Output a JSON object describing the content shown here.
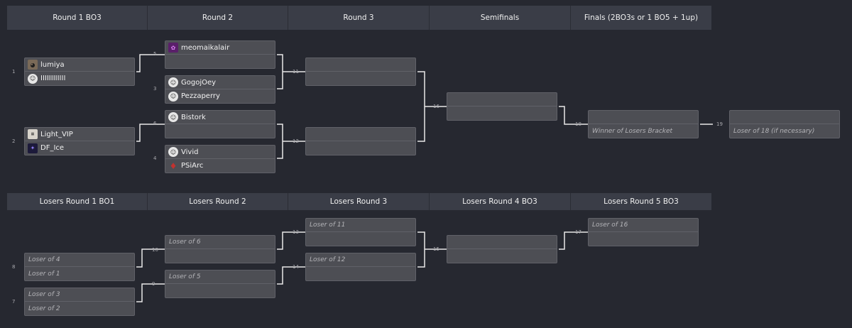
{
  "headers_top": [
    "Round 1 BO3",
    "Round 2",
    "Round 3",
    "Semifinals",
    "Finals (2BO3s or 1 BO5 + 1up)"
  ],
  "headers_bottom": [
    "Losers Round 1 BO1",
    "Losers Round 2",
    "Losers Round 3",
    "Losers Round 4 BO3",
    "Losers Round 5 BO3"
  ],
  "matches": {
    "m1": {
      "num": "1",
      "top": "lumiya",
      "bot": "IIIIIIIIIIII"
    },
    "m2": {
      "num": "2",
      "top": "Light_VIP",
      "bot": "DF_Ice"
    },
    "m5": {
      "num": "5",
      "top": "meomaikalair",
      "bot": ""
    },
    "m3": {
      "num": "3",
      "top": "GogojOey",
      "bot": "Pezzaperry"
    },
    "m6": {
      "num": "6",
      "top": "Bistork",
      "bot": ""
    },
    "m4": {
      "num": "4",
      "top": "Vivid",
      "bot": "PSiArc"
    },
    "m11": {
      "num": "11",
      "top": "",
      "bot": ""
    },
    "m12": {
      "num": "12",
      "top": "",
      "bot": ""
    },
    "m16": {
      "num": "16",
      "top": "",
      "bot": ""
    },
    "m18": {
      "num": "18",
      "top": "",
      "bot": "Winner of Losers Bracket"
    },
    "m19": {
      "num": "19",
      "top": "",
      "bot": "Loser of 18 (if necessary)"
    },
    "m8": {
      "num": "8",
      "top": "Loser of 4",
      "bot": "Loser of 1"
    },
    "m7": {
      "num": "7",
      "top": "Loser of 3",
      "bot": "Loser of 2"
    },
    "m10": {
      "num": "10",
      "top": "Loser of 6",
      "bot": ""
    },
    "m9": {
      "num": "9",
      "top": "Loser of 5",
      "bot": ""
    },
    "m13": {
      "num": "13",
      "top": "Loser of 11",
      "bot": ""
    },
    "m14": {
      "num": "14",
      "top": "Loser of 12",
      "bot": ""
    },
    "m15": {
      "num": "15",
      "top": "",
      "bot": ""
    },
    "m17": {
      "num": "17",
      "top": "Loser of 16",
      "bot": ""
    }
  },
  "avatars": {
    "lumiya": "cat-photo-avatar",
    "IIIIIIIIIIII": "default-avatar",
    "Light_VIP": "light-vip-avatar",
    "DF_Ice": "df-ice-avatar",
    "meomaikalair": "purple-avatar",
    "GogojOey": "default-avatar",
    "Pezzaperry": "default-avatar",
    "Bistork": "default-avatar",
    "Vivid": "default-avatar",
    "PSiArc": "red-crest-avatar"
  },
  "colors": {
    "background": "#262830",
    "header": "#3a3d47",
    "match": "#4d4e54",
    "connector": "#e8e8e8"
  }
}
